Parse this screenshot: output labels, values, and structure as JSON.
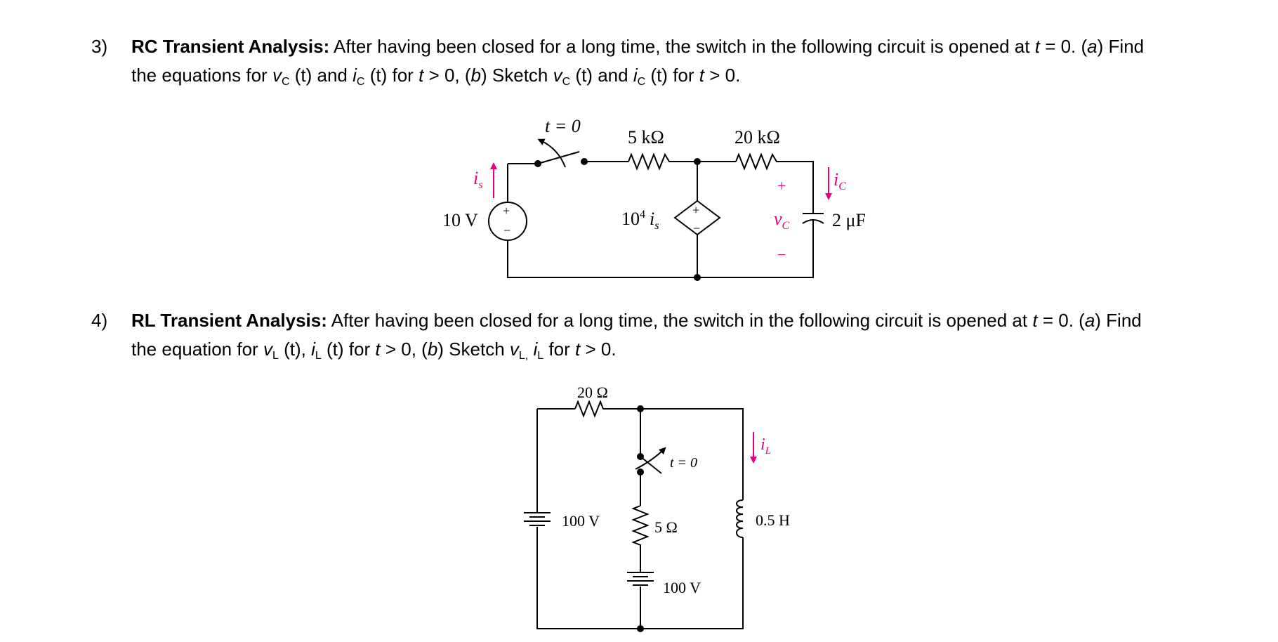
{
  "problem3": {
    "number": "3)",
    "title": "RC Transient Analysis:",
    "line1_text": "After having been closed for a long time, the switch in the following circuit is opened at",
    "t_var": "t",
    "eq_zero": "= 0.",
    "part_a": "a",
    "find": "Find",
    "line2_pre": "the equations for",
    "v_var": "v",
    "i_var": "i",
    "sub_c": "C",
    "t_paren": "(t)",
    "and": "and",
    "for_text": "for",
    "gt_zero": "> 0,",
    "part_b": "b",
    "sketch": "Sketch",
    "gt_zero_end": "> 0."
  },
  "problem4": {
    "number": "4)",
    "title": "RL Transient Analysis:",
    "line1_text": "After having been closed for a long time, the switch in the following circuit is opened at",
    "t_var": "t",
    "eq_zero": "= 0.",
    "part_a": "a",
    "find": "Find",
    "line2_pre": "the equation for",
    "v_var": "v",
    "i_var": "i",
    "sub_l": "L",
    "sub_l_comma": "L,",
    "t_paren_comma": "(t),",
    "t_paren": "(t)",
    "for_text": "for",
    "gt_zero": "> 0,",
    "part_b": "b",
    "sketch": "Sketch",
    "gt_zero_end": "> 0."
  },
  "circuit_rc": {
    "switch_label": "t = 0",
    "r1": "5 kΩ",
    "r2": "20 kΩ",
    "source": "10 V",
    "source_plus": "+",
    "source_minus": "−",
    "current_is": "i",
    "current_is_sub": "s",
    "dep_source": "10",
    "dep_sup": "4",
    "dep_i": "i",
    "dep_sub": "s",
    "dep_plus": "+",
    "dep_minus": "−",
    "ic": "i",
    "ic_sub": "C",
    "vc": "v",
    "vc_sub": "C",
    "vc_plus": "+",
    "vc_minus": "−",
    "capacitor": "2 μF"
  },
  "circuit_rl": {
    "r1": "20 Ω",
    "switch_label": "t = 0",
    "source1": "100 V",
    "r2": "5 Ω",
    "source2": "100 V",
    "inductor": "0.5 H",
    "il": "i",
    "il_sub": "L"
  },
  "colors": {
    "accent": "#e6007e",
    "text": "#000000"
  }
}
